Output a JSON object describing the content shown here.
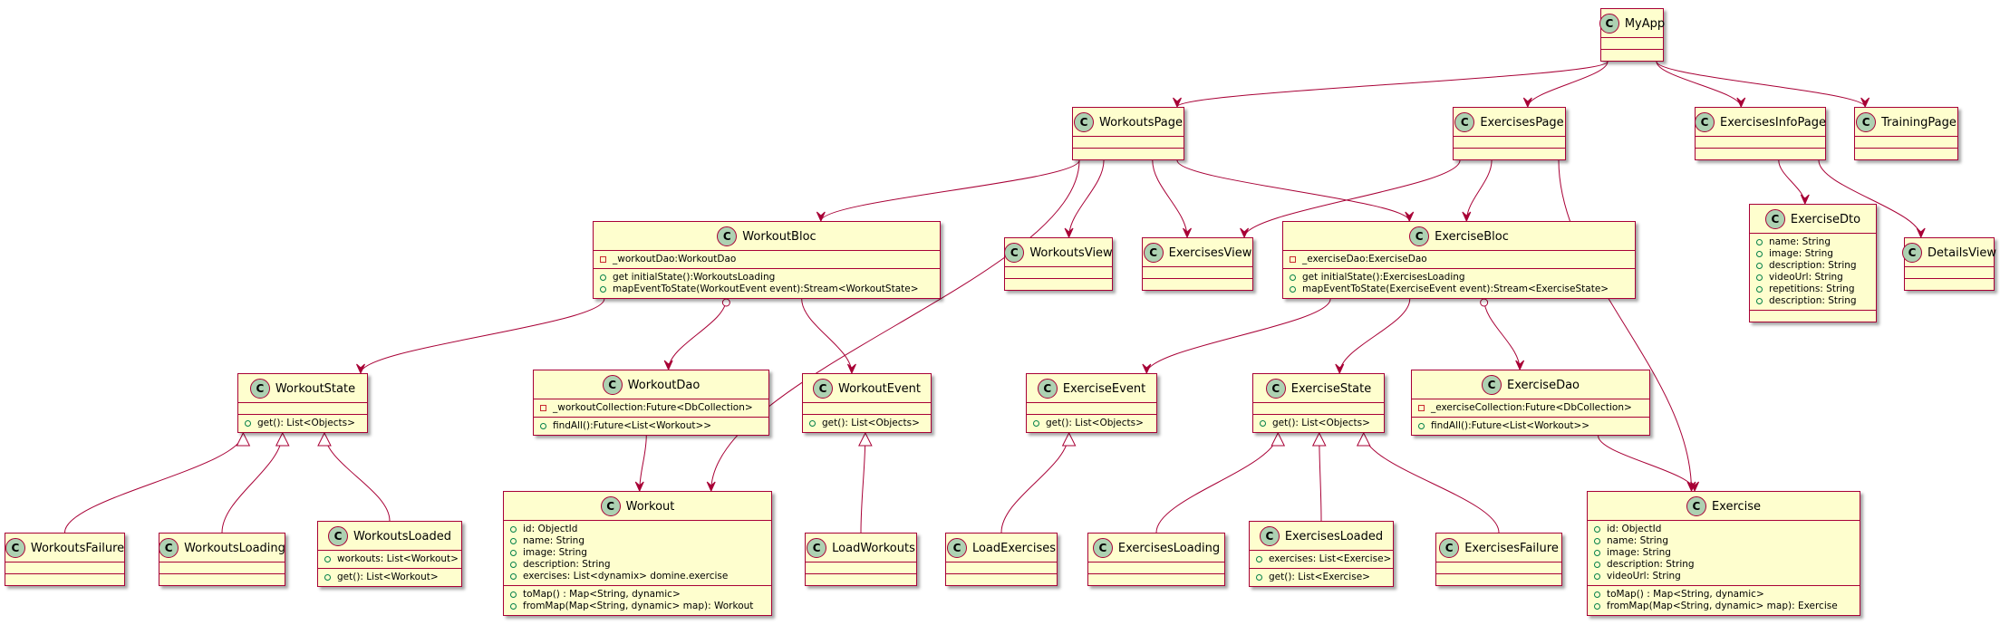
{
  "colors": {
    "box_fill": "#FEFECE",
    "border": "#A80036",
    "badge": "#ADD1B2"
  },
  "badge_letter": "C",
  "classes": [
    {
      "id": "MyApp",
      "name": "MyApp",
      "fields": [],
      "methods": []
    },
    {
      "id": "WorkoutsPage",
      "name": "WorkoutsPage",
      "fields": [],
      "methods": []
    },
    {
      "id": "ExercisesPage",
      "name": "ExercisesPage",
      "fields": [],
      "methods": []
    },
    {
      "id": "ExercisesInfoPage",
      "name": "ExercisesInfoPage",
      "fields": [],
      "methods": []
    },
    {
      "id": "TrainingPage",
      "name": "TrainingPage",
      "fields": [],
      "methods": []
    },
    {
      "id": "WorkoutBloc",
      "name": "WorkoutBloc",
      "fields": [
        {
          "vis": "private",
          "text": "_workoutDao:WorkoutDao"
        }
      ],
      "methods": [
        {
          "vis": "public",
          "text": "get initialState():WorkoutsLoading"
        },
        {
          "vis": "public",
          "text": "mapEventToState(WorkoutEvent event):Stream<WorkoutState>"
        }
      ]
    },
    {
      "id": "WorkoutsView",
      "name": "WorkoutsView",
      "fields": [],
      "methods": []
    },
    {
      "id": "ExercisesView",
      "name": "ExercisesView",
      "fields": [],
      "methods": []
    },
    {
      "id": "ExerciseBloc",
      "name": "ExerciseBloc",
      "fields": [
        {
          "vis": "private",
          "text": "_exerciseDao:ExerciseDao"
        }
      ],
      "methods": [
        {
          "vis": "public",
          "text": "get initialState():ExercisesLoading"
        },
        {
          "vis": "public",
          "text": "mapEventToState(ExerciseEvent event):Stream<ExerciseState>"
        }
      ]
    },
    {
      "id": "ExerciseDto",
      "name": "ExerciseDto",
      "fields": [
        {
          "vis": "public",
          "text": "name: String"
        },
        {
          "vis": "public",
          "text": "image: String"
        },
        {
          "vis": "public",
          "text": "description: String"
        },
        {
          "vis": "public",
          "text": "videoUrl: String"
        },
        {
          "vis": "public",
          "text": "repetitions: String"
        },
        {
          "vis": "public",
          "text": "description: String"
        }
      ],
      "methods": []
    },
    {
      "id": "DetailsView",
      "name": "DetailsView",
      "fields": [],
      "methods": []
    },
    {
      "id": "WorkoutState",
      "name": "WorkoutState",
      "fields": [],
      "methods": [
        {
          "vis": "public",
          "text": "get(): List<Objects>"
        }
      ]
    },
    {
      "id": "WorkoutDao",
      "name": "WorkoutDao",
      "fields": [
        {
          "vis": "private",
          "text": "_workoutCollection:Future<DbCollection>"
        }
      ],
      "methods": [
        {
          "vis": "public",
          "text": "findAll():Future<List<Workout>>"
        }
      ]
    },
    {
      "id": "WorkoutEvent",
      "name": "WorkoutEvent",
      "fields": [],
      "methods": [
        {
          "vis": "public",
          "text": "get(): List<Objects>"
        }
      ]
    },
    {
      "id": "ExerciseEvent",
      "name": "ExerciseEvent",
      "fields": [],
      "methods": [
        {
          "vis": "public",
          "text": "get(): List<Objects>"
        }
      ]
    },
    {
      "id": "ExerciseState",
      "name": "ExerciseState",
      "fields": [],
      "methods": [
        {
          "vis": "public",
          "text": "get(): List<Objects>"
        }
      ]
    },
    {
      "id": "ExerciseDao",
      "name": "ExerciseDao",
      "fields": [
        {
          "vis": "private",
          "text": "_exerciseCollection:Future<DbCollection>"
        }
      ],
      "methods": [
        {
          "vis": "public",
          "text": "findAll():Future<List<Workout>>"
        }
      ]
    },
    {
      "id": "WorkoutsFailure",
      "name": "WorkoutsFailure",
      "fields": [],
      "methods": []
    },
    {
      "id": "WorkoutsLoading",
      "name": "WorkoutsLoading",
      "fields": [],
      "methods": []
    },
    {
      "id": "WorkoutsLoaded",
      "name": "WorkoutsLoaded",
      "fields": [
        {
          "vis": "public",
          "text": "workouts: List<Workout>"
        }
      ],
      "methods": [
        {
          "vis": "public",
          "text": "get(): List<Workout>"
        }
      ]
    },
    {
      "id": "Workout",
      "name": "Workout",
      "fields": [
        {
          "vis": "public",
          "text": "id: ObjectId"
        },
        {
          "vis": "public",
          "text": "name: String"
        },
        {
          "vis": "public",
          "text": "image: String"
        },
        {
          "vis": "public",
          "text": "description: String"
        },
        {
          "vis": "public",
          "text": "exercises: List<dynamix> domine.exercise"
        }
      ],
      "methods": [
        {
          "vis": "public",
          "text": "toMap() : Map<String, dynamic>"
        },
        {
          "vis": "public",
          "text": "fromMap(Map<String, dynamic> map): Workout"
        }
      ]
    },
    {
      "id": "LoadWorkouts",
      "name": "LoadWorkouts",
      "fields": [],
      "methods": []
    },
    {
      "id": "LoadExercises",
      "name": "LoadExercises",
      "fields": [],
      "methods": []
    },
    {
      "id": "ExercisesLoading",
      "name": "ExercisesLoading",
      "fields": [],
      "methods": []
    },
    {
      "id": "ExercisesLoaded",
      "name": "ExercisesLoaded",
      "fields": [
        {
          "vis": "public",
          "text": "exercises: List<Exercise>"
        }
      ],
      "methods": [
        {
          "vis": "public",
          "text": "get(): List<Exercise>"
        }
      ]
    },
    {
      "id": "ExercisesFailure",
      "name": "ExercisesFailure",
      "fields": [],
      "methods": []
    },
    {
      "id": "Exercise",
      "name": "Exercise",
      "fields": [
        {
          "vis": "public",
          "text": "id: ObjectId"
        },
        {
          "vis": "public",
          "text": "name: String"
        },
        {
          "vis": "public",
          "text": "image: String"
        },
        {
          "vis": "public",
          "text": "description: String"
        },
        {
          "vis": "public",
          "text": "videoUrl: String"
        }
      ],
      "methods": [
        {
          "vis": "public",
          "text": "toMap() : Map<String, dynamic>"
        },
        {
          "vis": "public",
          "text": "fromMap(Map<String, dynamic> map): Exercise"
        }
      ]
    }
  ],
  "relations": [
    {
      "from": "MyApp",
      "to": "WorkoutsPage",
      "type": "association"
    },
    {
      "from": "MyApp",
      "to": "ExercisesPage",
      "type": "association"
    },
    {
      "from": "MyApp",
      "to": "ExercisesInfoPage",
      "type": "association"
    },
    {
      "from": "MyApp",
      "to": "TrainingPage",
      "type": "association"
    },
    {
      "from": "WorkoutsPage",
      "to": "Workout",
      "type": "association"
    },
    {
      "from": "WorkoutsPage",
      "to": "WorkoutBloc",
      "type": "association"
    },
    {
      "from": "WorkoutsPage",
      "to": "WorkoutsView",
      "type": "association"
    },
    {
      "from": "WorkoutsPage",
      "to": "ExercisesView",
      "type": "association"
    },
    {
      "from": "WorkoutsPage",
      "to": "ExerciseBloc",
      "type": "association"
    },
    {
      "from": "ExercisesPage",
      "to": "ExercisesView",
      "type": "association"
    },
    {
      "from": "ExercisesPage",
      "to": "ExerciseBloc",
      "type": "association"
    },
    {
      "from": "ExercisesPage",
      "to": "Exercise",
      "type": "association"
    },
    {
      "from": "ExercisesInfoPage",
      "to": "ExerciseDto",
      "type": "association"
    },
    {
      "from": "ExercisesInfoPage",
      "to": "DetailsView",
      "type": "association"
    },
    {
      "from": "WorkoutBloc",
      "to": "WorkoutState",
      "type": "association"
    },
    {
      "from": "WorkoutBloc",
      "to": "WorkoutDao",
      "type": "aggregation"
    },
    {
      "from": "WorkoutBloc",
      "to": "WorkoutEvent",
      "type": "association"
    },
    {
      "from": "ExerciseBloc",
      "to": "ExerciseEvent",
      "type": "association"
    },
    {
      "from": "ExerciseBloc",
      "to": "ExerciseState",
      "type": "association"
    },
    {
      "from": "ExerciseBloc",
      "to": "ExerciseDao",
      "type": "aggregation"
    },
    {
      "from": "WorkoutDao",
      "to": "Workout",
      "type": "association"
    },
    {
      "from": "ExerciseDao",
      "to": "Exercise",
      "type": "association"
    },
    {
      "from": "WorkoutsFailure",
      "to": "WorkoutState",
      "type": "inheritance"
    },
    {
      "from": "WorkoutsLoading",
      "to": "WorkoutState",
      "type": "inheritance"
    },
    {
      "from": "WorkoutsLoaded",
      "to": "WorkoutState",
      "type": "inheritance"
    },
    {
      "from": "LoadWorkouts",
      "to": "WorkoutEvent",
      "type": "inheritance"
    },
    {
      "from": "LoadExercises",
      "to": "ExerciseEvent",
      "type": "inheritance"
    },
    {
      "from": "ExercisesLoading",
      "to": "ExerciseState",
      "type": "inheritance"
    },
    {
      "from": "ExercisesLoaded",
      "to": "ExerciseState",
      "type": "inheritance"
    },
    {
      "from": "ExercisesFailure",
      "to": "ExerciseState",
      "type": "inheritance"
    }
  ]
}
